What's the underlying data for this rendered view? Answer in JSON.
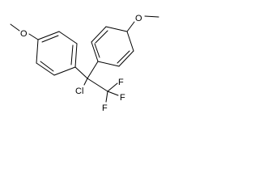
{
  "molecule": {
    "atoms": {
      "o_left": "O",
      "o_right": "O",
      "cl": "Cl",
      "f_top": "F",
      "f_right": "F",
      "f_bottom": "F"
    }
  }
}
